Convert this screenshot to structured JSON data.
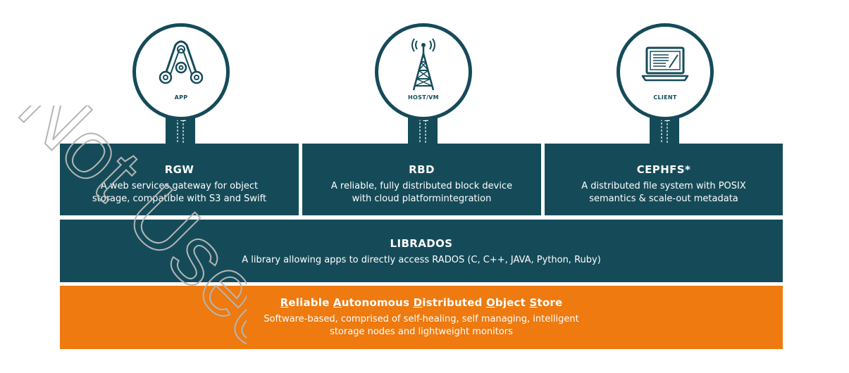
{
  "colors": {
    "teal": "#154b59",
    "orange": "#ee7a10",
    "watermark": "#b5b5b5"
  },
  "clients": [
    {
      "label": "APP",
      "icon": "app-pulley-icon"
    },
    {
      "label": "HOST/VM",
      "icon": "antenna-tower-icon"
    },
    {
      "label": "CLIENT",
      "icon": "laptop-icon"
    }
  ],
  "services": [
    {
      "title": "RGW",
      "line1": "A web services gateway for object",
      "line2": "storage, compatible with S3 and Swift"
    },
    {
      "title": "RBD",
      "line1": "A reliable, fully distributed block device",
      "line2": "with cloud platformintegration"
    },
    {
      "title": "CEPHFS*",
      "line1": "A distributed file system with POSIX",
      "line2": "semantics & scale-out metadata"
    }
  ],
  "librados": {
    "title": "LIBRADOS",
    "desc": "A library allowing apps to directly access RADOS (C, C++, JAVA, Python, Ruby)"
  },
  "rados": {
    "title_parts": [
      {
        "initial": "R",
        "rest": "eliable "
      },
      {
        "initial": "A",
        "rest": "utonomous "
      },
      {
        "initial": "D",
        "rest": "istributed "
      },
      {
        "initial": "O",
        "rest": "bject "
      },
      {
        "initial": "S",
        "rest": "tore"
      }
    ],
    "desc": "Software-based, comprised of self-healing, self managing, intelligent storage nodes and lightweight monitors"
  },
  "watermark": "Not Used"
}
